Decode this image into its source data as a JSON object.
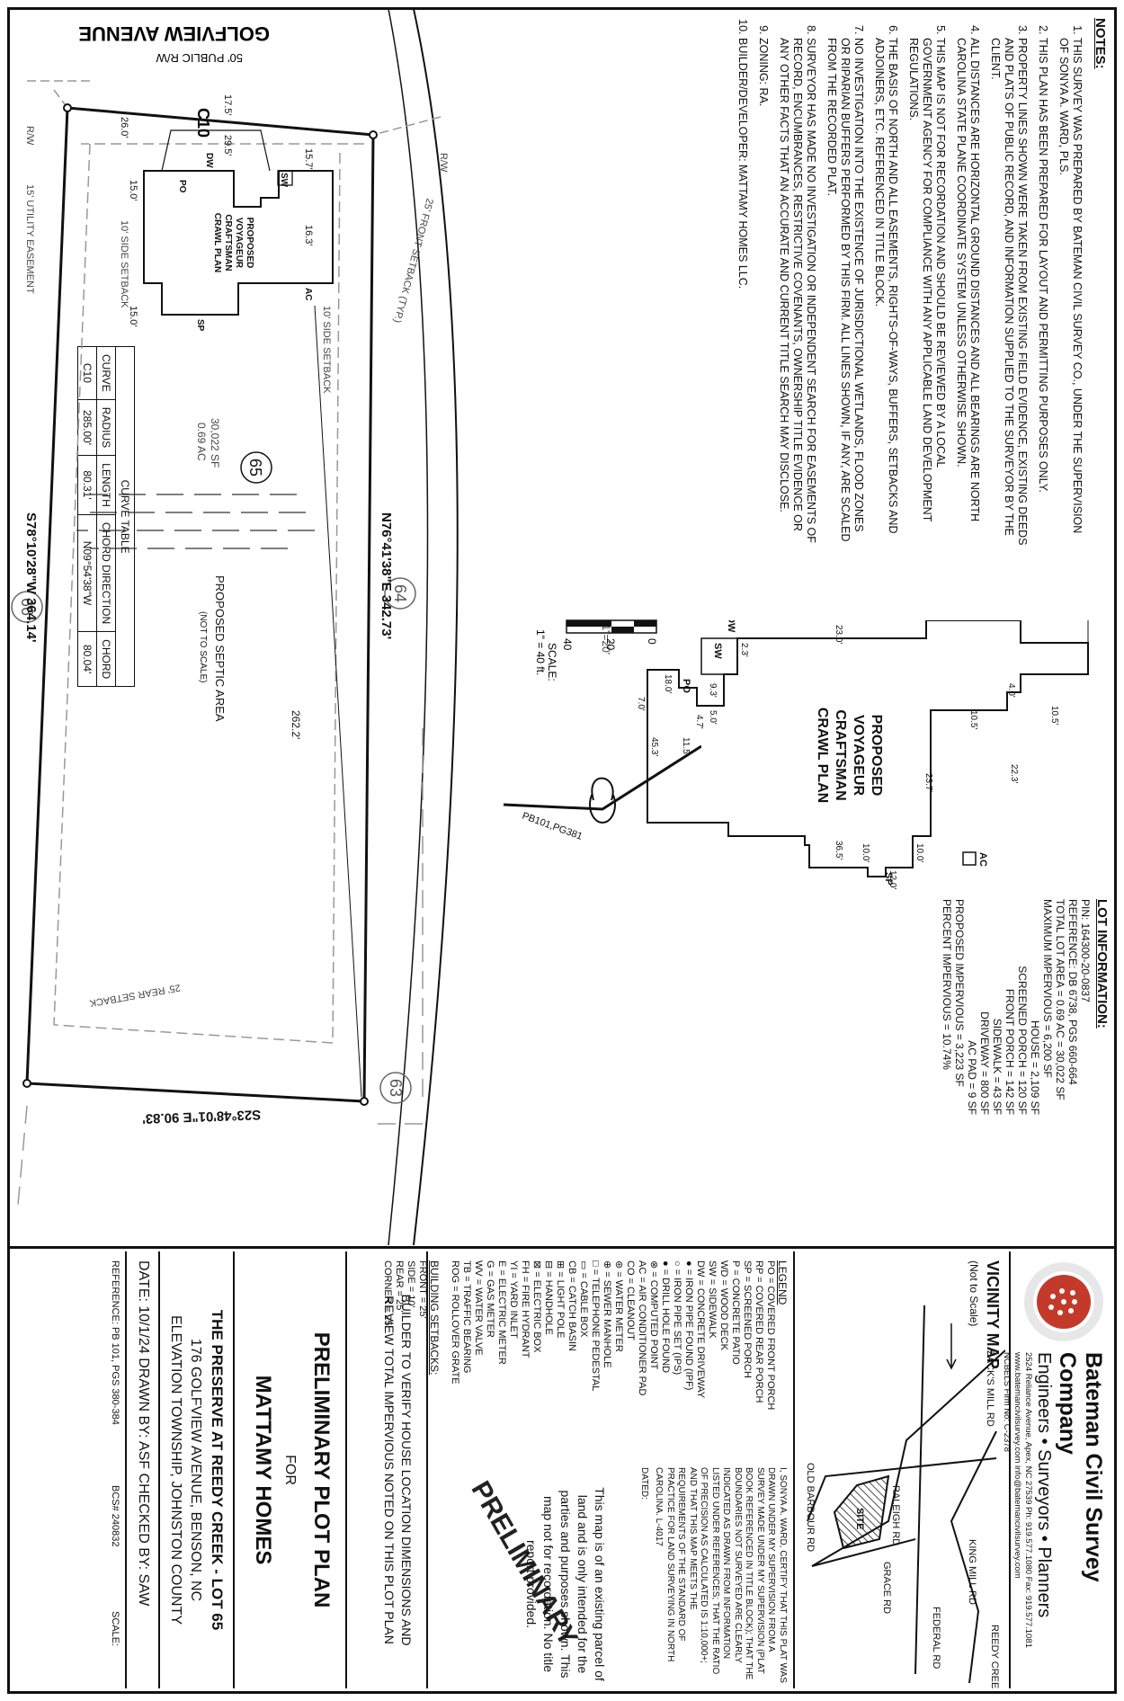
{
  "notes": {
    "title": "NOTES:",
    "items": [
      "THIS SURVEY WAS PREPARED BY BATEMAN CIVIL SURVEY CO., UNDER THE SUPERVISION OF SONYA A. WARD, PLS.",
      "THIS PLAN HAS BEEN PREPARED FOR LAYOUT AND PERMITTING PURPOSES ONLY.",
      "PROPERTY LINES SHOWN WERE TAKEN FROM EXISTING FIELD EVIDENCE, EXISTING DEEDS AND PLATS OF PUBLIC RECORD, AND INFORMATION SUPPLIED TO THE SURVEYOR BY THE CLIENT.",
      "ALL DISTANCES ARE HORIZONTAL GROUND DISTANCES AND ALL BEARINGS ARE NORTH CAROLINA STATE PLANE COORDINATE SYSTEM UNLESS OTHERWISE SHOWN.",
      "THIS MAP IS NOT FOR RECORDATION AND SHOULD BE REVIEWED BY A LOCAL GOVERNMENT AGENCY FOR COMPLIANCE WITH ANY APPLICABLE LAND DEVELOPMENT REGULATIONS.",
      "THE BASIS OF NORTH AND ALL EASEMENTS, RIGHTS-OF-WAYS, BUFFERS, SETBACKS AND ADJOINERS, ETC. REFERENCED IN TITLE BLOCK.",
      "NO INVESTIGATION INTO THE EXISTENCE OF JURISDICTIONAL WETLANDS, FLOOD ZONES OR RIPARIAN BUFFERS PERFORMED BY THIS FIRM. ALL LINES SHOWN, IF ANY, ARE SCALED FROM THE RECORDED PLAT.",
      "SURVEYOR HAS MADE NO INVESTIGATION OR INDEPENDENT SEARCH FOR EASEMENTS OF RECORD, ENCUMBRANCES, RESTRICTIVE COVENANTS, OWNERSHIP TITLE EVIDENCE OR ANY OTHER FACTS THAT AN ACCURATE AND CURRENT TITLE SEARCH MAY DISCLOSE.",
      "ZONING: RA.",
      "BUILDER/DEVELOPER: MATTAMY HOMES LLC."
    ]
  },
  "inset": {
    "title_lines": [
      "PROPOSED",
      "VOYAGEUR",
      "CRAFTSMAN",
      "CRAWL PLAN"
    ],
    "scale": "INSET SCALE: 1\"=20'",
    "dims": {
      "d1": "22.3'",
      "d2": "23.7'",
      "d3": "10.5'",
      "d4": "10.5'",
      "d5": "4.0'",
      "d6": "23.0'",
      "d7": "36.5'",
      "d8": "45.3'",
      "d9": "10.0'",
      "d10": "10.0'",
      "d11": "12.0'",
      "d12": "2.3'",
      "d13": "9.3'",
      "d14": "5.0'",
      "d15": "4.7'",
      "d16": "11.5'",
      "d17": "18.0'",
      "d18": "7.0'"
    },
    "labels": {
      "ac": "AC",
      "sp": "SP",
      "dw": "DW",
      "sw": "SW",
      "po": "PO"
    }
  },
  "lot_info": {
    "title": "LOT INFORMATION:",
    "lines": [
      "PIN: 164300-20-0837",
      "REFERENCE: DB 6738, PGS 660-664",
      "TOTAL LOT AREA = 0.69 AC = 30,022 SF",
      "MAXIMUM IMPERVIOUS = 6,200 SF"
    ],
    "right_lines": [
      "HOUSE = 2,109 SF",
      "SCREENED PORCH = 120 SF",
      "FRONT PORCH = 142 SF",
      "SIDEWALK = 43 SF",
      "DRIVEWAY = 800 SF",
      "AC PAD = 9 SF"
    ],
    "totals": [
      "PROPOSED IMPERVIOUS = 3,223 SF",
      "PERCENT IMPERVIOUS = 10.74%"
    ]
  },
  "north": {
    "ref": "PB101,PG381"
  },
  "scale_bar": {
    "t0": "0",
    "t1": "20",
    "t2": "40",
    "label": "SCALE:",
    "ratio": "1\" = 40 ft."
  },
  "curve_table": {
    "title": "CURVE TABLE",
    "headers": [
      "CURVE",
      "RADIUS",
      "LENGTH",
      "CHORD DIRECTION",
      "CHORD"
    ],
    "rows": [
      [
        "C10",
        "285.00'",
        "80.31'",
        "N09°54'38\"W",
        "80.04'"
      ]
    ]
  },
  "site": {
    "lot_no": "65",
    "area_sf": "30,022 SF",
    "area_ac": "0.69 AC",
    "adj_64": "64",
    "adj_63": "63",
    "adj_66": "66",
    "north_line": "N76°41'38\"E  342.73'",
    "south_line": "S78°10'28\"W  364.14'",
    "east_line": "S23°48'01\"E  90.83'",
    "side_setback_1": "10' SIDE SETBACK",
    "side_setback_2": "10' SIDE SETBACK",
    "rear_setback": "25' REAR SETBACK",
    "front_setback": "25' FRONT SETBACK (TYP.)",
    "septic": "PROPOSED SEPTIC AREA",
    "septic_note": "(NOT TO SCALE)",
    "diag": "262.2'",
    "d_157": "15.7'",
    "d_163": "16.3'",
    "d_295": "29.5'",
    "d_175": "17.5'",
    "d_260": "26.0'",
    "d_150a": "15.0'",
    "d_150b": "15.0'",
    "curve": "C10",
    "road": "GOLFVIEW AVENUE",
    "road_sub": "50' PUBLIC R/W",
    "rw1": "R/W",
    "rw2": "R/W",
    "utility": "15' UTILITY EASEMENT",
    "house_lines": [
      "PROPOSED",
      "VOYAGEUR",
      "CRAFTSMAN",
      "CRAWL PLAN"
    ],
    "ac": "AC",
    "sp": "SP",
    "dw": "DW",
    "sw": "SW",
    "po": "PO"
  },
  "company": {
    "name": "Bateman Civil Survey Company",
    "tagline": "Engineers • Surveyors • Planners",
    "address": "2524 Reliance Avenue, Apex, NC 27539  Ph: 919.577.1080  Fax: 919.577.1081",
    "web": "www.batemancivilsurvey.com   info@batemancivilsurvey.com",
    "firm": "NCBELS Firm No: C-2378"
  },
  "vicinity": {
    "title": "VICINITY MAP",
    "sub": "(Not to Scale)",
    "roads": {
      "zacks": "ZACK'S MILL RD",
      "federal": "FEDERAL RD",
      "barbour": "OLD BARBOUR RD",
      "raleigh": "RALEIGH RD",
      "grace": "GRACE RD",
      "king": "KING MILL RD",
      "reedy": "REEDY CREEK RD",
      "site": "SITE"
    }
  },
  "legend": {
    "title": "LEGEND",
    "items": [
      "PO = COVERED FRONT PORCH",
      "RP = COVERED REAR PORCH",
      "SP = SCREENED PORCH",
      "P = CONCRETE PATIO",
      "WD = WOOD DECK",
      "SW = SIDEWALK",
      "DW = CONCRETE DRIVEWAY",
      "● = IRON PIPE FOUND (IPF)",
      "○ = IRON PIPE SET (IPS)",
      "● = DRILL HOLE FOUND",
      "⊗ = COMPUTED POINT",
      "AC = AIR CONDITIONER PAD",
      "CO = CLEANOUT",
      "⊛ = WATER METER",
      "⊕ = SEWER MANHOLE",
      "□ = TELEPHONE PEDESTAL",
      "▭ = CABLE BOX",
      "CB = CATCH BASIN",
      "⊞ = LIGHT POLE",
      "⊟ = HANDHOLE",
      "⊠ = ELECTRIC BOX",
      "FH = FIRE HYDRANT",
      "YI = YARD INLET",
      "E = ELECTRIC METER",
      "G = GAS METER",
      "WV = WATER VALVE",
      "TB = TRAFFIC BEARING",
      "ROG = ROLLOVER GRATE"
    ],
    "setback_title": "BUILDING SETBACKS:",
    "setbacks": [
      "FRONT = 25'",
      "SIDE = 10'",
      "REAR = 25'",
      "CORNER = 25'"
    ]
  },
  "cert": "I, SONYA A. WARD, CERTIFY THAT THIS PLAT WAS DRAWN UNDER MY SUPERVISION FROM A SURVEY MADE UNDER MY SUPERVISION (PLAT BOOK REFERENCED IN TITLE BLOCK); THAT THE BOUNDARIES NOT SURVEYED ARE CLEARLY INDICATED AS DRAWN FROM INFORMATION LISTED UNDER REFERENCES; THAT THE RATIO OF PRECISION AS CALCULATED IS 1:10,000+; AND THAT THIS MAP MEETS THE REQUIREMENTS OF THE STANDARD OF PRACTICE FOR LAND SURVEYING IN NORTH CAROLINA. L-4017",
  "dated": "DATED:",
  "stamp": "PRELIMINARY",
  "disclaimer": "This map is of an existing parcel of land and is only intended for the parties and purposes shown. This map not for recordation. No title report provided.",
  "builder_note": "BUILDER TO VERIFY HOUSE LOCATION DIMENSIONS AND REVIEW TOTAL IMPERVIOUS NOTED ON THIS PLOT PLAN",
  "title": {
    "plan": "PRELIMINARY PLOT PLAN",
    "for": "FOR",
    "client": "MATTAMY HOMES",
    "project": "THE PRESERVE AT REEDY CREEK - LOT 65",
    "address": "176 GOLFVIEW AVENUE, BENSON, NC",
    "township": "ELEVATION TOWNSHIP, JOHNSTON COUNTY",
    "date_line": "DATE: 10/1/24   DRAWN BY: ASF   CHECKED BY: SAW",
    "reference": "REFERENCE: PB 101, PGS 380-384",
    "bcs": "BCS# 240832",
    "scale": "SCALE:"
  }
}
